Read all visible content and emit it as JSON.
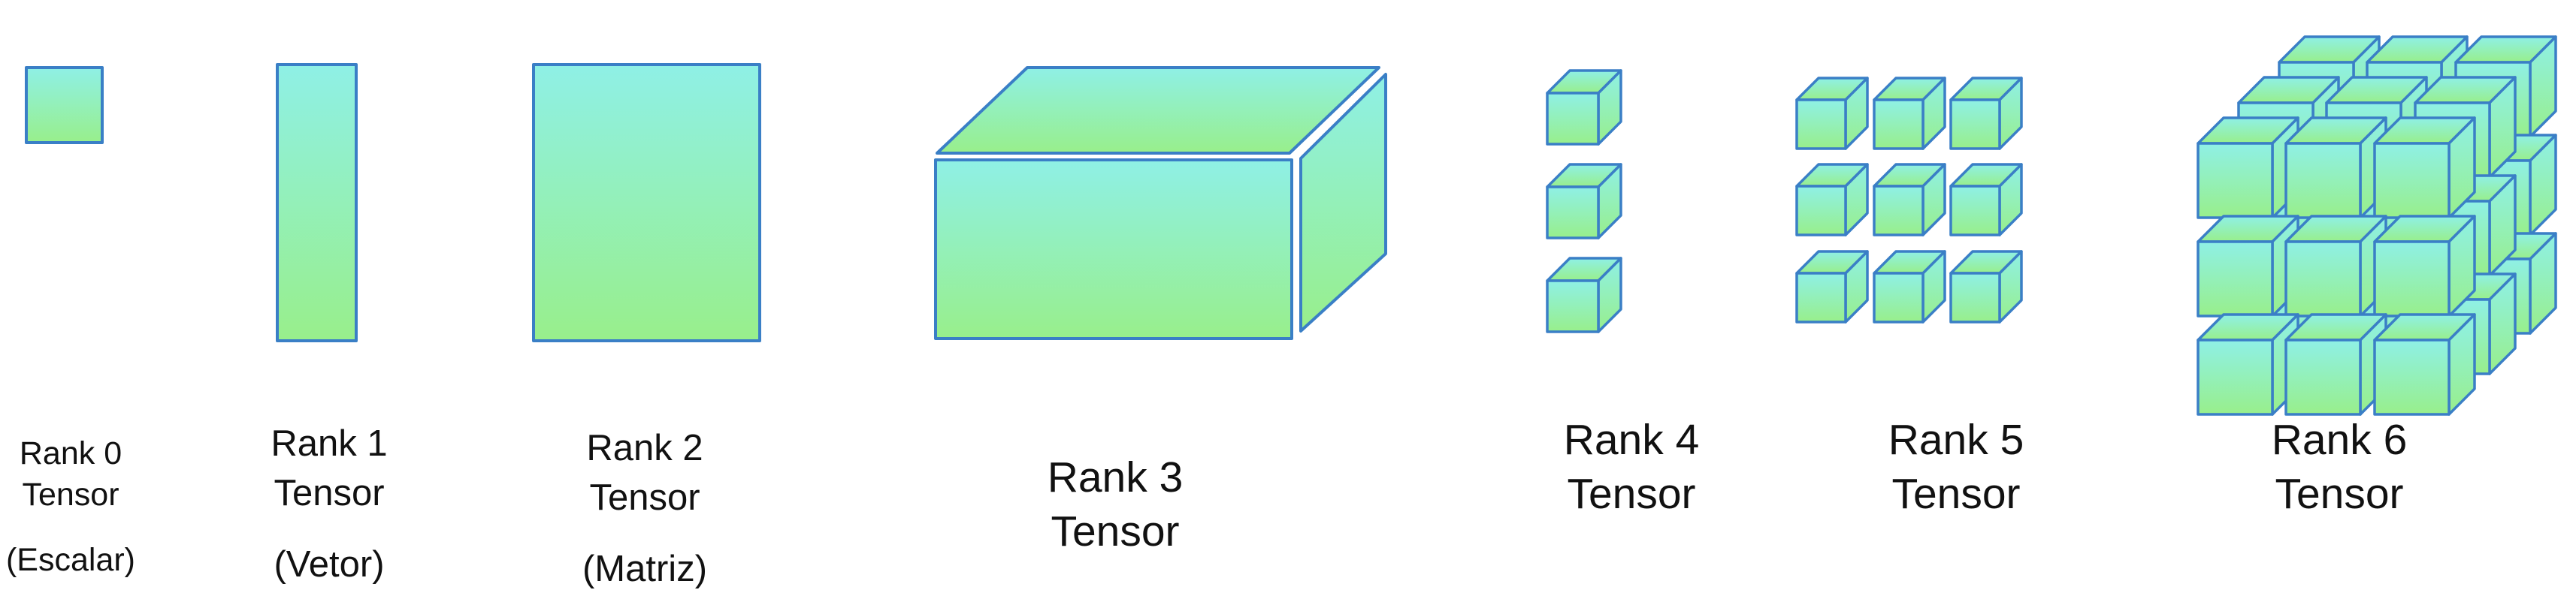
{
  "colors": {
    "top": "#8ff0e6",
    "bottom": "#98ef8b",
    "stroke": "#3a7fc6",
    "text": "#111111"
  },
  "tensors": [
    {
      "id": "rank0",
      "shape": "square",
      "line1": "Rank 0",
      "line2": "Tensor",
      "note": "(Escalar)"
    },
    {
      "id": "rank1",
      "shape": "column",
      "line1": "Rank 1",
      "line2": "Tensor",
      "note": "(Vetor)"
    },
    {
      "id": "rank2",
      "shape": "plane",
      "line1": "Rank 2",
      "line2": "Tensor",
      "note": "(Matriz)"
    },
    {
      "id": "rank3",
      "shape": "box",
      "line1": "Rank 3",
      "line2": "Tensor",
      "note": ""
    },
    {
      "id": "rank4",
      "shape": "cubes-1x3",
      "line1": "Rank 4",
      "line2": "Tensor",
      "note": ""
    },
    {
      "id": "rank5",
      "shape": "cubes-3x3",
      "line1": "Rank 5",
      "line2": "Tensor",
      "note": ""
    },
    {
      "id": "rank6",
      "shape": "cubes-3x3x3",
      "line1": "Rank 6",
      "line2": "Tensor",
      "note": ""
    }
  ]
}
